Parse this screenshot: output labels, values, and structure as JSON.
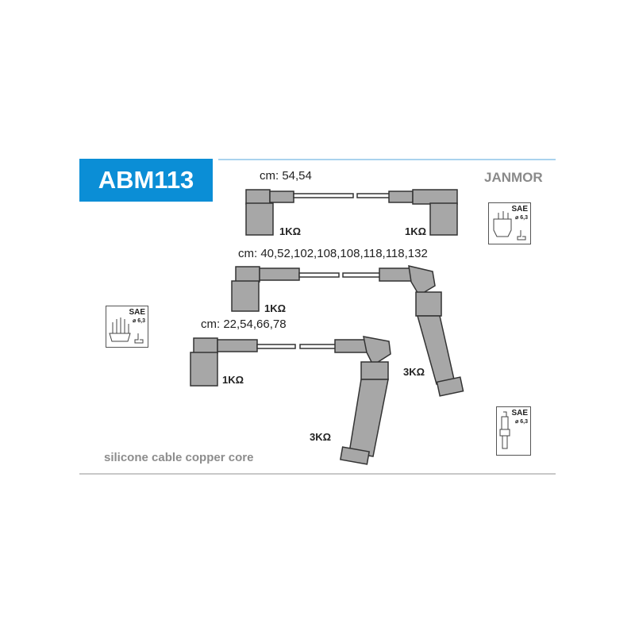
{
  "product_code": "ABM113",
  "brand": "JANMOR",
  "footer_text": "silicone cable copper core",
  "accent_color": "#0b8ed6",
  "cables": [
    {
      "lengths_label": "cm: 54,54",
      "resistances": [
        "1KΩ",
        "1KΩ"
      ]
    },
    {
      "lengths_label": "cm: 40,52,102,108,108,118,118,132",
      "resistances": [
        "1KΩ",
        "3KΩ"
      ]
    },
    {
      "lengths_label": "cm: 22,54,66,78",
      "resistances": [
        "1KΩ",
        "3KΩ"
      ]
    }
  ],
  "icons": [
    {
      "name": "distributor-cap-sae",
      "label": "SAE",
      "diameter": "⌀ 6,3"
    },
    {
      "name": "distributor-sae",
      "label": "SAE",
      "diameter": "⌀ 6,3"
    },
    {
      "name": "spark-plug-sae",
      "label": "SAE",
      "diameter": "⌀ 6,3"
    }
  ]
}
